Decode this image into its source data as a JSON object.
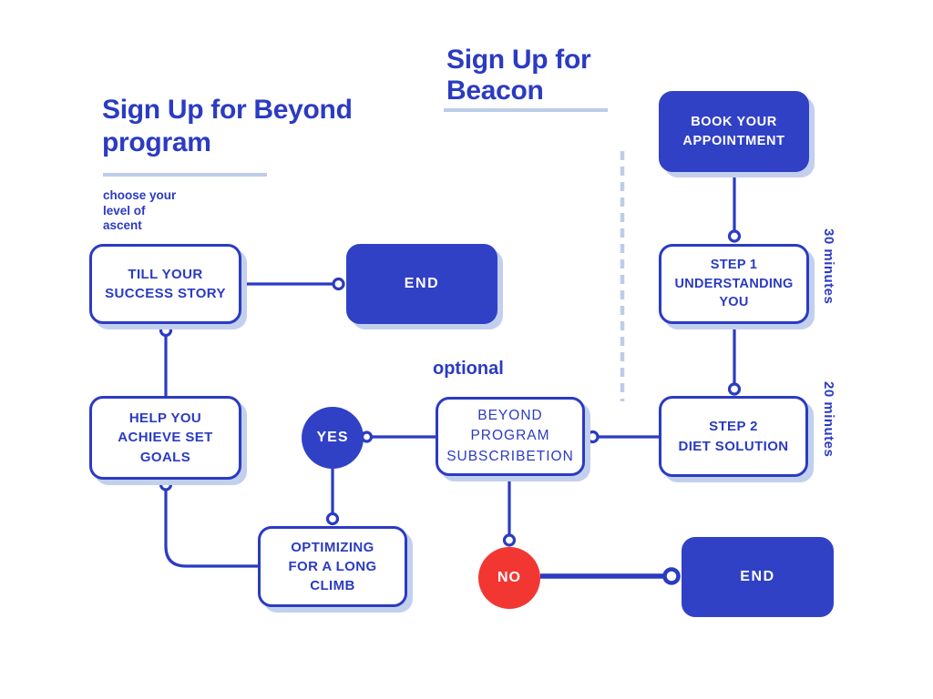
{
  "titles": {
    "beyond": "Sign Up for Beyond\nprogram",
    "beacon": "Sign Up for\nBeacon"
  },
  "annotations": {
    "choose_level": "choose your\nlevel of\nascent",
    "optional": "optional",
    "step1_duration": "30 minutes",
    "step2_duration": "20 minutes"
  },
  "nodes": {
    "book_appointment": "BOOK YOUR\nAPPOINTMENT",
    "till_success": "TILL YOUR\nSUCCESS STORY",
    "end_top": "END",
    "step1": "STEP 1\nUNDERSTANDING\nYOU",
    "help_goals": "HELP YOU\nACHIEVE SET\nGOALS",
    "yes": "YES",
    "beyond_subscription": "BEYOND\nPROGRAM\nSUBSCRIBETION",
    "step2": "STEP 2\nDIET SOLUTION",
    "optimizing": "OPTIMIZING\nFOR A LONG\nCLIMB",
    "no": "NO",
    "end_bottom": "END"
  },
  "colors": {
    "primary_blue": "#2B3BC2",
    "fill_blue": "#3141C6",
    "accent_red": "#F23733",
    "shadow_blue": "#C2D0EE",
    "underline_blue": "#BCCDE9",
    "background": "#FFFFFF"
  }
}
